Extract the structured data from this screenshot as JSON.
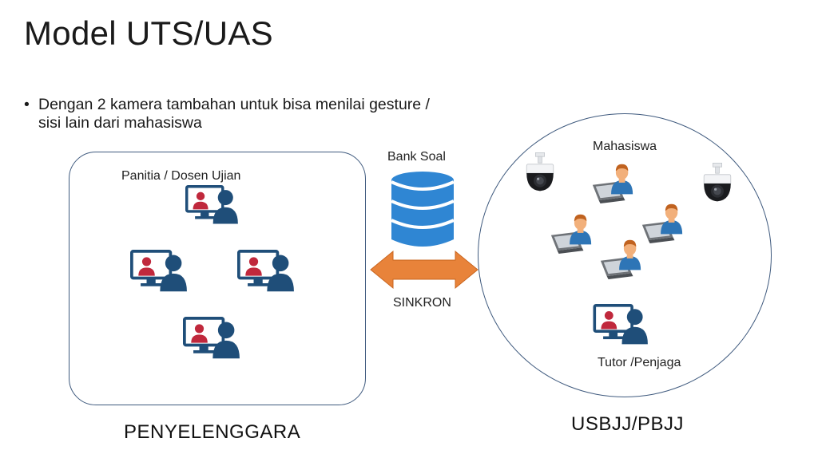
{
  "title": "Model UTS/UAS",
  "bullet": "Dengan 2 kamera tambahan untuk bisa menilai gesture / sisi lain dari mahasiswa",
  "left_group": {
    "heading": "Panitia / Dosen Ujian",
    "caption": "PENYELENGGARA"
  },
  "center": {
    "bank_label": "Bank Soal",
    "sync_label": "SINKRON"
  },
  "right_group": {
    "students_label": "Mahasiswa",
    "tutor_label": "Tutor /Penjaga",
    "caption": "USBJJ/PBJJ"
  },
  "colors": {
    "frame": "#3f5a7e",
    "database": "#2f86d3",
    "arrow": "#e8833a",
    "person_navy": "#1f4e79",
    "person_red": "#c0283c",
    "student_shirt": "#2e75b6",
    "student_skin": "#f2b07b",
    "student_hair": "#c0621f"
  },
  "icons": [
    "video-call-icon",
    "database-icon",
    "double-arrow-icon",
    "cctv-camera-icon",
    "student-laptop-icon"
  ]
}
